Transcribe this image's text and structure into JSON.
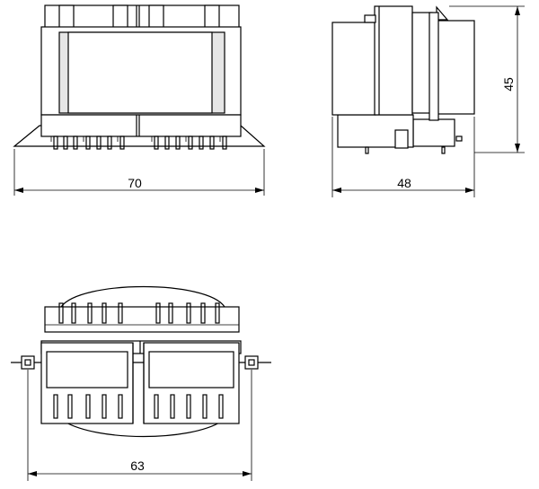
{
  "dimensions": {
    "front_width": "70",
    "side_depth": "48",
    "side_height": "45",
    "bottom_mounting": "63"
  }
}
